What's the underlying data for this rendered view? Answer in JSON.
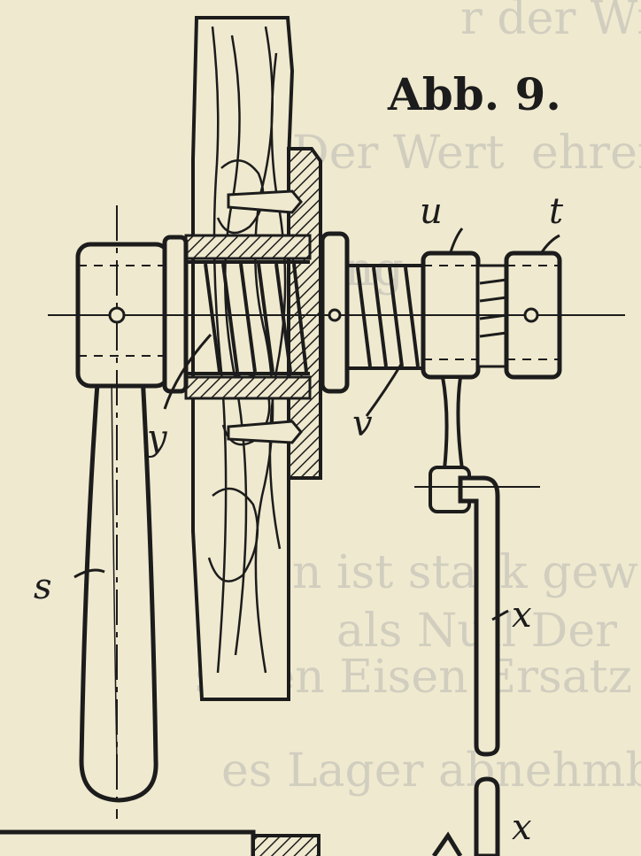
{
  "figure": {
    "title": "Abb. 9.",
    "labels": {
      "s": "s",
      "y": "y",
      "u": "u",
      "t": "t",
      "v": "v",
      "x1": "x",
      "x2": "x"
    },
    "bleed_through_lines": [
      "r der Winkel komm",
      "Der Wert",
      "ehren",
      "Wirkung",
      "n ist stark gew",
      "als Null Der",
      "seren Eisen Ersatz",
      "es Lager abnehmbar auch"
    ]
  },
  "colors": {
    "paper": "#efe9cf",
    "ink": "#1c1c1c",
    "bleed": "#b9b9b2"
  }
}
